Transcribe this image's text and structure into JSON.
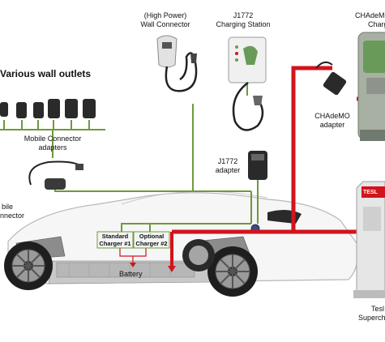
{
  "labels": {
    "wall_connector": [
      "(High Power)",
      "Wall Connector"
    ],
    "j1772_station": [
      "J1772",
      "Charging Station"
    ],
    "chademo_station": [
      "CHAdeMO",
      "Charg"
    ],
    "various_outlets": "Various wall outlets",
    "mobile_adapters": [
      "Mobile Connector",
      "adapters"
    ],
    "chademo_adapter": [
      "CHAdeMO",
      "adapter"
    ],
    "j1772_adapter": [
      "J1772",
      "adapter"
    ],
    "mobile_connector": [
      "bile",
      "nnector"
    ],
    "standard_charger": [
      "Standard",
      "Charger #1"
    ],
    "optional_charger": [
      "Optional",
      "Charger #2"
    ],
    "battery": "Battery",
    "supercharger": [
      "Tesl",
      "Superch"
    ],
    "tesla_sign": "TESL"
  },
  "colors": {
    "green_line": "#6d9a3a",
    "red_line": "#d2141c",
    "car_body": "#f4f4f4",
    "station_green": "#6a9a5a"
  }
}
